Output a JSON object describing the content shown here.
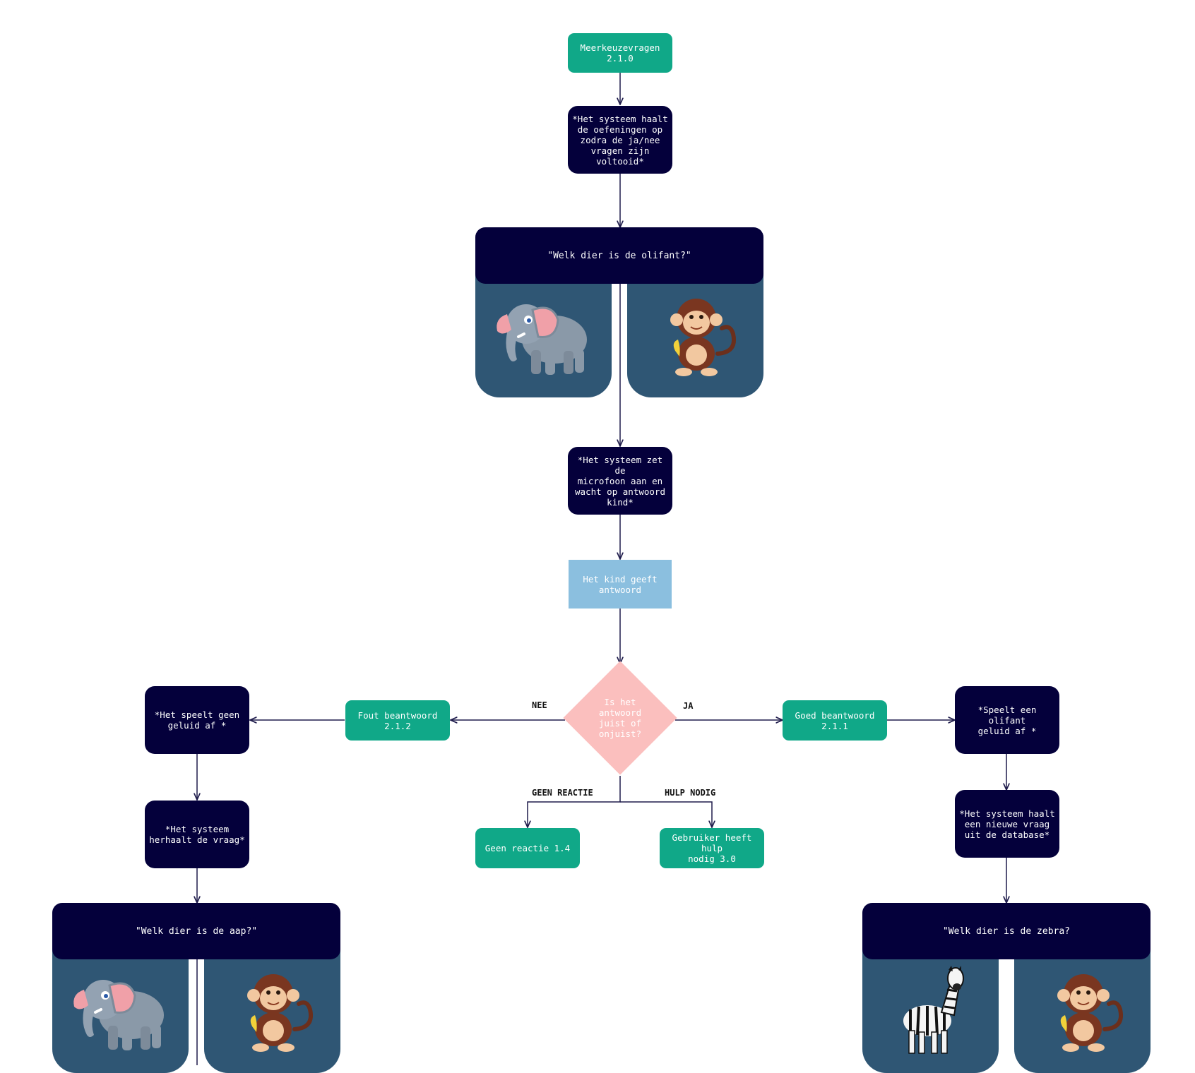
{
  "start": {
    "text": "Meerkeuzevragen\n2.1.0"
  },
  "fetch": {
    "text": "*Het systeem haalt\nde oefeningen op\nzodra de ja/nee\nvragen zijn\nvoltooid*"
  },
  "question1": {
    "text": "\"Welk dier is de olifant?\"",
    "left_image": "elephant-image",
    "right_image": "monkey-image"
  },
  "mic": {
    "text": "*Het systeem zet de\nmicrofoon aan en\nwacht op antwoord\nkind*"
  },
  "answer": {
    "text": "Het kind geeft\nantwoord"
  },
  "decision": {
    "text": "Is het\nantwoord\njuist of\nonjuist?"
  },
  "edges": {
    "no": "NEE",
    "yes": "JA",
    "no_reaction": "GEEN REACTIE",
    "help": "HULP NODIG"
  },
  "wrong": {
    "text": "Fout beantwoord\n2.1.2"
  },
  "no_sound": {
    "text": "*Het speelt geen\ngeluid af *"
  },
  "repeat": {
    "text": "*Het systeem\nherhaalt de vraag*"
  },
  "question2": {
    "text": "\"Welk dier is de aap?\"",
    "left_image": "elephant-image",
    "right_image": "monkey-image"
  },
  "correct": {
    "text": "Goed beantwoord\n2.1.1"
  },
  "play_sound": {
    "text": "*Speelt een olifant\ngeluid af *"
  },
  "new_question": {
    "text": "*Het systeem haalt\neen nieuwe vraag\nuit de database*"
  },
  "question3": {
    "text": "\"Welk dier is de zebra?",
    "left_image": "zebra-image",
    "right_image": "monkey-image"
  },
  "no_reaction": {
    "text": "Geen reactie 1.4"
  },
  "help": {
    "text": "Gebruiker heeft hulp\nnodig 3.0"
  },
  "colors": {
    "green": "#10a888",
    "navy": "#04003b",
    "card": "#2f5674",
    "light_blue": "#8bbfdf",
    "pink": "#fbbfbe",
    "line": "#1e1b4b"
  }
}
